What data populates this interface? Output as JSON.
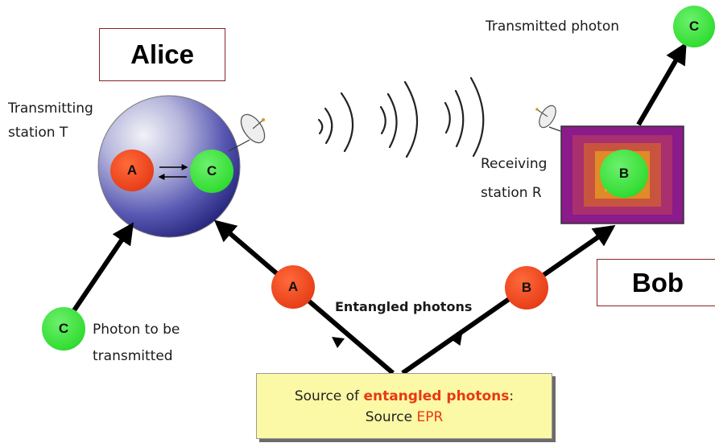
{
  "alice_label": "Alice",
  "bob_label": "Bob",
  "transmitting_station": [
    "Transmitting",
    "station T"
  ],
  "receiving_station": [
    "Receiving",
    "station R"
  ],
  "transmitted_photon": "Transmitted photon",
  "photon_to_be_transmitted": [
    "Photon to be",
    "transmitted"
  ],
  "entangled_photons_label": "Entangled photons",
  "source_box": {
    "line1_prefix": "Source of ",
    "line1_highlight": "entangled photons",
    "line1_suffix": ":",
    "line2_prefix": "Source ",
    "line2_highlight": "EPR"
  },
  "photons": {
    "alice_a": "A",
    "alice_c": "C",
    "bob_b": "B",
    "top_c": "C",
    "input_c": "C",
    "path_a": "A",
    "path_b": "B"
  },
  "colors": {
    "photon_red": "#e8401a",
    "photon_green": "#33dd33",
    "alice_sphere": "#5a5ab4",
    "bob_outer": "#8b1a8b",
    "bob_inner": "#f0b020",
    "source_fill": "#fbf8a6",
    "highlight": "#e83a10",
    "box_border": "#8b2323"
  }
}
